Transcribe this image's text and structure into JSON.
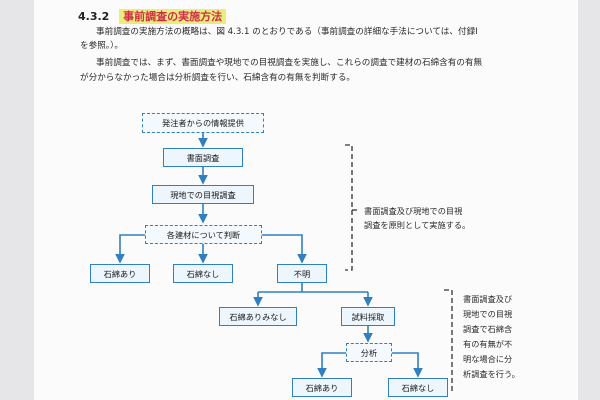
{
  "section": {
    "number": "4.3.2",
    "title": "事前調査の実施方法"
  },
  "paragraphs": [
    "事前調査の実施方法の概略は、図 4.3.1 のとおりである（事前調査の詳細な手法については、付録Ⅰ",
    "を参照。）。",
    "事前調査では、まず、書面調査や現地での目視調査を実施し、これらの調査で建材の石綿含有の有無",
    "が分からなかった場合は分析調査を行い、石綿含有の有無を判断する。"
  ],
  "flow": {
    "info": "発注者からの情報提供",
    "document_survey": "書面調査",
    "visual_survey": "現地での目視調査",
    "judge": "各建材について判断",
    "asbestos_yes": "石綿あり",
    "asbestos_no": "石綿なし",
    "unknown": "不明",
    "deemed": "石綿ありみなし",
    "sampling": "試料採取",
    "analysis": "分析",
    "result_yes": "石綿あり",
    "result_no": "石綿なし"
  },
  "notes": {
    "principle": [
      "書面調査及び現地での目視",
      "調査を原則として実施する。"
    ],
    "analysis_note": [
      "書面調査及び",
      "現地での目視",
      "調査で石綿含",
      "有の有無が不",
      "明な場合に分",
      "析調査を行う。"
    ]
  },
  "colors": {
    "arrow": "#2f7fc1",
    "box_border": "#2f7fc1",
    "highlight": "#ecec7a",
    "title_text": "#d22a4a"
  }
}
